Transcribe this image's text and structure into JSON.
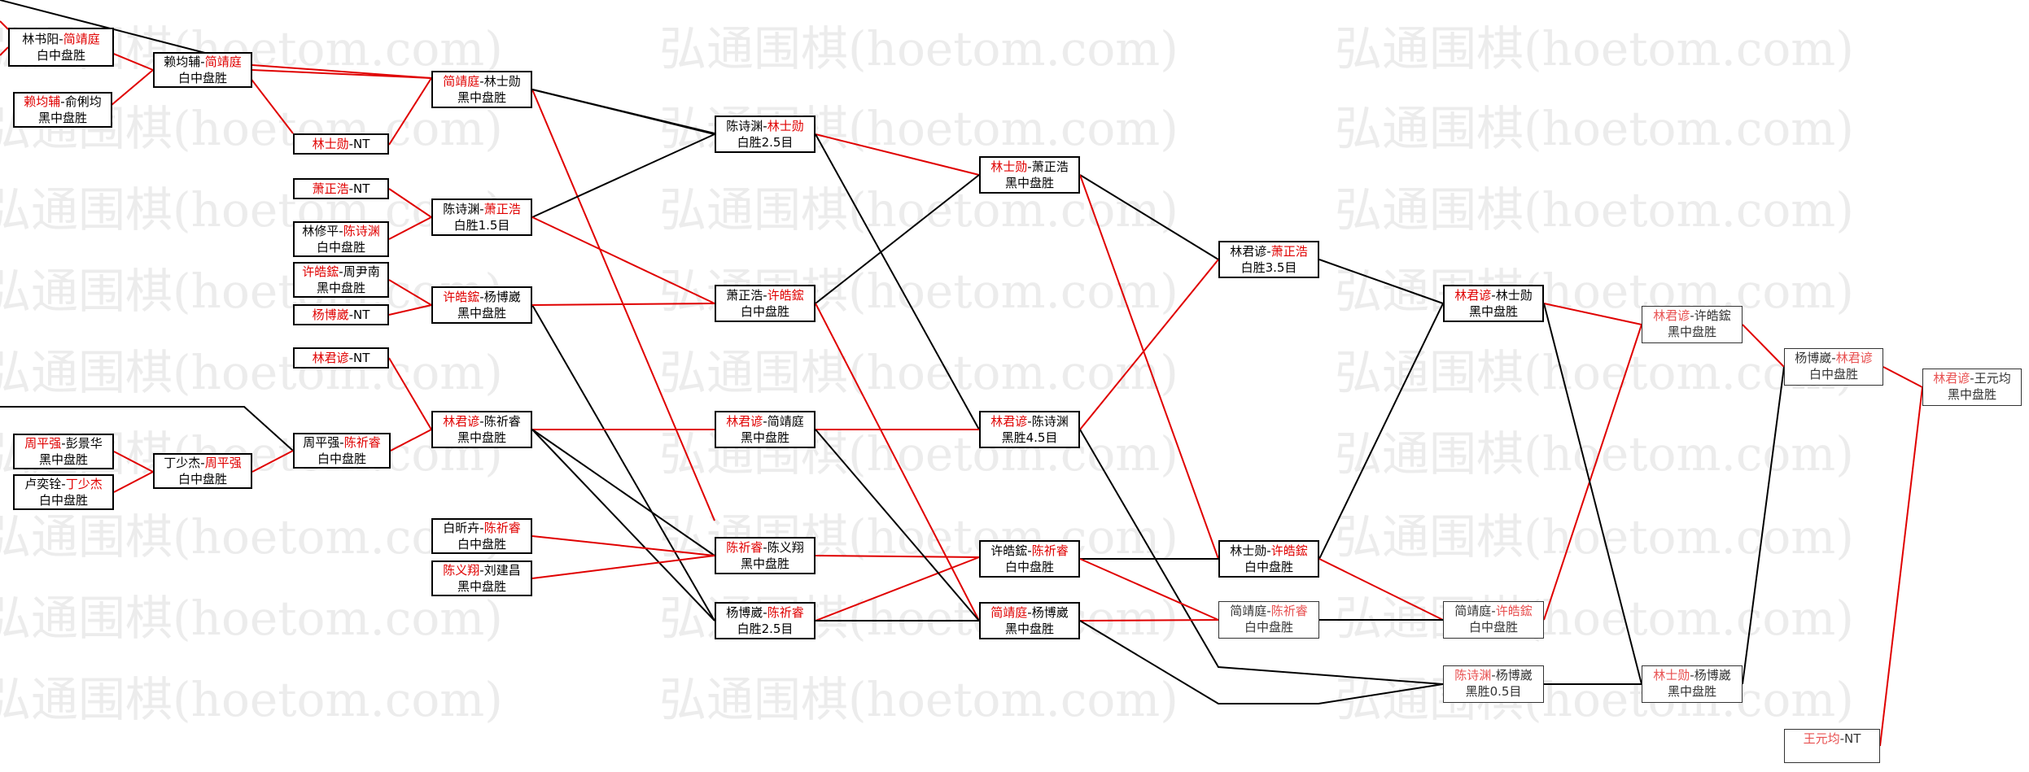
{
  "watermark": "弘通围棋(hoetom.com)",
  "colors": {
    "winner": "#e00000",
    "edge_red": "#e00000",
    "edge_black": "#000000",
    "watermark": "#ececec"
  },
  "nodes": [
    {
      "id": "n1",
      "a": "林书阳",
      "sep": "-",
      "b": "简靖庭",
      "win": "b",
      "r": "白中盘胜"
    },
    {
      "id": "n2",
      "a": "赖均辅",
      "sep": "-",
      "b": "俞俐均",
      "win": "a",
      "r": "黑中盘胜"
    },
    {
      "id": "n3",
      "a": "赖均辅",
      "sep": "-",
      "b": "简靖庭",
      "win": "b",
      "r": "白中盘胜"
    },
    {
      "id": "n4",
      "a": "林士勋",
      "sep": "-",
      "b": "NT",
      "win": "a",
      "r": ""
    },
    {
      "id": "n5",
      "a": "萧正浩",
      "sep": "-",
      "b": "NT",
      "win": "a",
      "r": ""
    },
    {
      "id": "n6",
      "a": "林修平",
      "sep": "-",
      "b": "陈诗渊",
      "win": "b",
      "r": "白中盘胜"
    },
    {
      "id": "n7",
      "a": "许皓鋐",
      "sep": "-",
      "b": "周尹南",
      "win": "a",
      "r": "黑中盘胜"
    },
    {
      "id": "n8",
      "a": "杨博崴",
      "sep": "-",
      "b": "NT",
      "win": "a",
      "r": ""
    },
    {
      "id": "n9",
      "a": "林君谚",
      "sep": "-",
      "b": "NT",
      "win": "a",
      "r": ""
    },
    {
      "id": "n10",
      "a": "周平强",
      "sep": "-",
      "b": "彭景华",
      "win": "a",
      "r": "黑中盘胜"
    },
    {
      "id": "n11",
      "a": "卢奕铨",
      "sep": "-",
      "b": "丁少杰",
      "win": "b",
      "r": "白中盘胜"
    },
    {
      "id": "n12",
      "a": "丁少杰",
      "sep": "-",
      "b": "周平强",
      "win": "b",
      "r": "白中盘胜"
    },
    {
      "id": "n13",
      "a": "周平强",
      "sep": "-",
      "b": "陈祈睿",
      "win": "b",
      "r": "白中盘胜"
    },
    {
      "id": "n14",
      "a": "简靖庭",
      "sep": "-",
      "b": "林士勋",
      "win": "a",
      "r": "黑中盘胜"
    },
    {
      "id": "n15",
      "a": "陈诗渊",
      "sep": "-",
      "b": "萧正浩",
      "win": "b",
      "r": "白胜1.5目"
    },
    {
      "id": "n16",
      "a": "许皓鋐",
      "sep": "-",
      "b": "杨博崴",
      "win": "a",
      "r": "黑中盘胜"
    },
    {
      "id": "n17",
      "a": "林君谚",
      "sep": "-",
      "b": "陈祈睿",
      "win": "a",
      "r": "黑中盘胜"
    },
    {
      "id": "n18",
      "a": "白昕卉",
      "sep": "-",
      "b": "陈祈睿",
      "win": "b",
      "r": "白中盘胜"
    },
    {
      "id": "n19",
      "a": "陈义翔",
      "sep": "-",
      "b": "刘建昌",
      "win": "a",
      "r": "黑中盘胜"
    },
    {
      "id": "n20",
      "a": "陈诗渊",
      "sep": "-",
      "b": "林士勋",
      "win": "b",
      "r": "白胜2.5目"
    },
    {
      "id": "n21",
      "a": "萧正浩",
      "sep": "-",
      "b": "许皓鋐",
      "win": "b",
      "r": "白中盘胜"
    },
    {
      "id": "n22",
      "a": "林君谚",
      "sep": "-",
      "b": "简靖庭",
      "win": "a",
      "r": "黑中盘胜"
    },
    {
      "id": "n23",
      "a": "陈祈睿",
      "sep": "-",
      "b": "陈义翔",
      "win": "a",
      "r": "黑中盘胜"
    },
    {
      "id": "n24",
      "a": "杨博崴",
      "sep": "-",
      "b": "陈祈睿",
      "win": "b",
      "r": "白胜2.5目"
    },
    {
      "id": "n25",
      "a": "林士勋",
      "sep": "-",
      "b": "萧正浩",
      "win": "a",
      "r": "黑中盘胜"
    },
    {
      "id": "n26",
      "a": "林君谚",
      "sep": "-",
      "b": "陈诗渊",
      "win": "a",
      "r": "黑胜4.5目"
    },
    {
      "id": "n27",
      "a": "许皓鋐",
      "sep": "-",
      "b": "陈祈睿",
      "win": "b",
      "r": "白中盘胜"
    },
    {
      "id": "n28",
      "a": "简靖庭",
      "sep": "-",
      "b": "杨博崴",
      "win": "a",
      "r": "黑中盘胜"
    },
    {
      "id": "n29",
      "a": "林君谚",
      "sep": "-",
      "b": "萧正浩",
      "win": "b",
      "r": "白胜3.5目"
    },
    {
      "id": "n30",
      "a": "林士勋",
      "sep": "-",
      "b": "许皓鋐",
      "win": "b",
      "r": "白中盘胜"
    },
    {
      "id": "n31",
      "a": "简靖庭",
      "sep": "-",
      "b": "陈祈睿",
      "win": "b",
      "r": "白中盘胜"
    },
    {
      "id": "n32",
      "a": "林君谚",
      "sep": "-",
      "b": "林士勋",
      "win": "a",
      "r": "黑中盘胜"
    },
    {
      "id": "n33",
      "a": "简靖庭",
      "sep": "-",
      "b": "许皓鋐",
      "win": "b",
      "r": "白中盘胜"
    },
    {
      "id": "n34",
      "a": "陈诗渊",
      "sep": "-",
      "b": "杨博崴",
      "win": "a",
      "r": "黑胜0.5目"
    },
    {
      "id": "n35",
      "a": "林君谚",
      "sep": "-",
      "b": "许皓鋐",
      "win": "a",
      "r": "黑中盘胜"
    },
    {
      "id": "n36",
      "a": "林士勋",
      "sep": "-",
      "b": "杨博崴",
      "win": "a",
      "r": "黑中盘胜"
    },
    {
      "id": "n37",
      "a": "杨博崴",
      "sep": "-",
      "b": "林君谚",
      "win": "b",
      "r": "白中盘胜"
    },
    {
      "id": "n38",
      "a": "林君谚",
      "sep": "-",
      "b": "王元均",
      "win": "a",
      "r": "黑中盘胜"
    },
    {
      "id": "n39",
      "a": "王元均",
      "sep": "-",
      "b": "NT",
      "win": "a",
      "r": ""
    }
  ]
}
